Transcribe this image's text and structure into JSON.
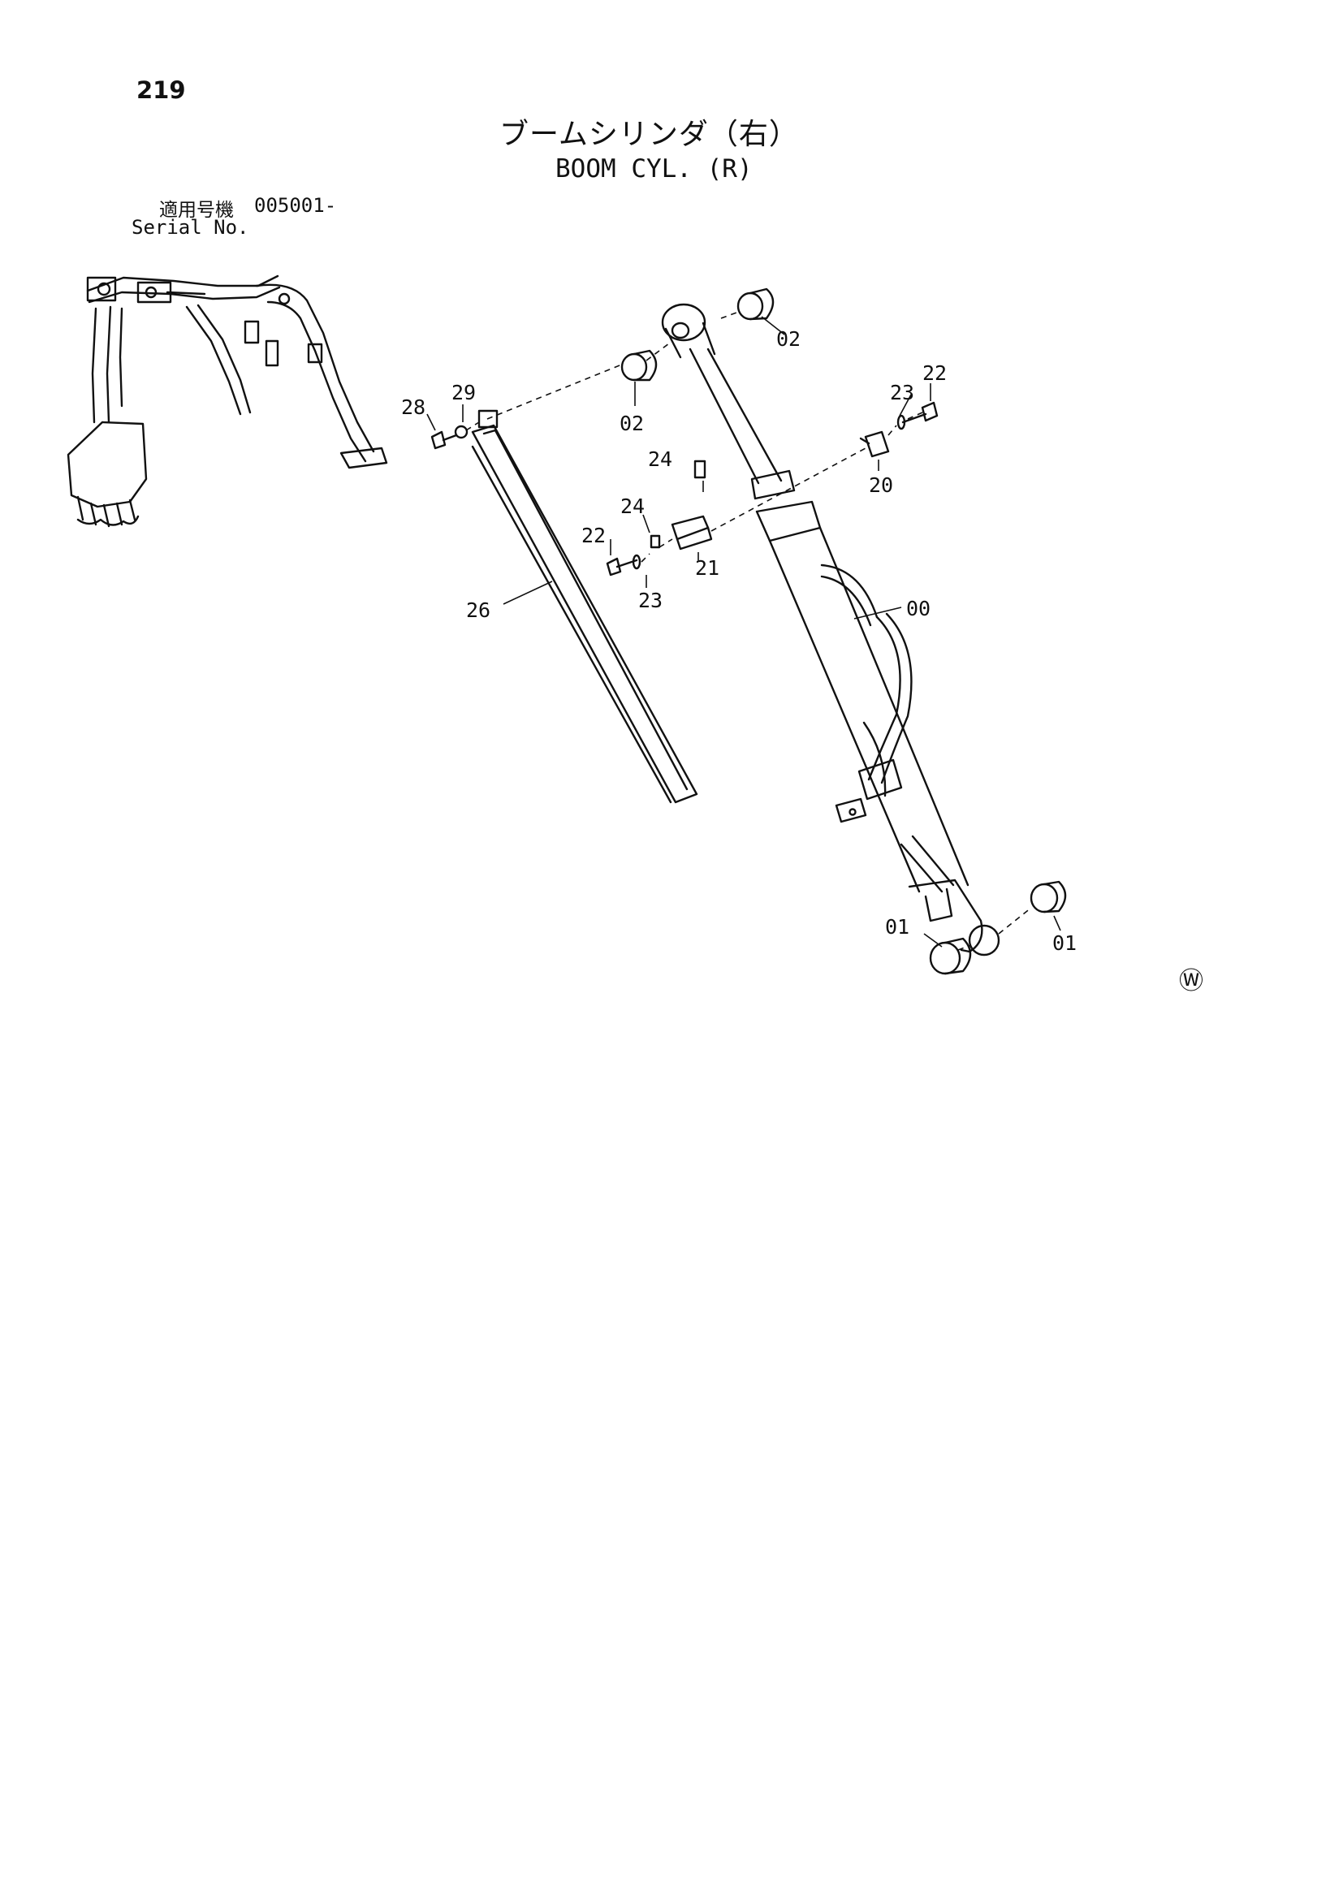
{
  "page_number": "219",
  "title_jp": "ブームシリンダ（右）",
  "title_en": "BOOM CYL. (R)",
  "serial": {
    "label_jp": "適用号機",
    "value": "005001-",
    "label_en": "Serial No."
  },
  "parts": {
    "p00": "00",
    "p01a": "01",
    "p01b": "01",
    "p02a": "02",
    "p02b": "02",
    "p20": "20",
    "p21": "21",
    "p22a": "22",
    "p22b": "22",
    "p23a": "23",
    "p23b": "23",
    "p24a": "24",
    "p24b": "24",
    "p26": "26",
    "p28": "28",
    "p29": "29"
  },
  "mark": "Ⓦ"
}
